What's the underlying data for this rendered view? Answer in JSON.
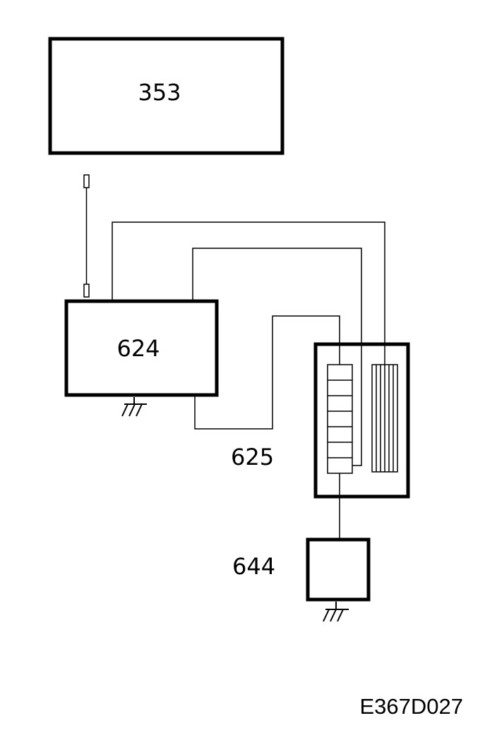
{
  "components": {
    "unit_353": "353",
    "unit_624": "624",
    "unit_625": "625",
    "unit_644": "644"
  },
  "figure_code": "E367D027"
}
